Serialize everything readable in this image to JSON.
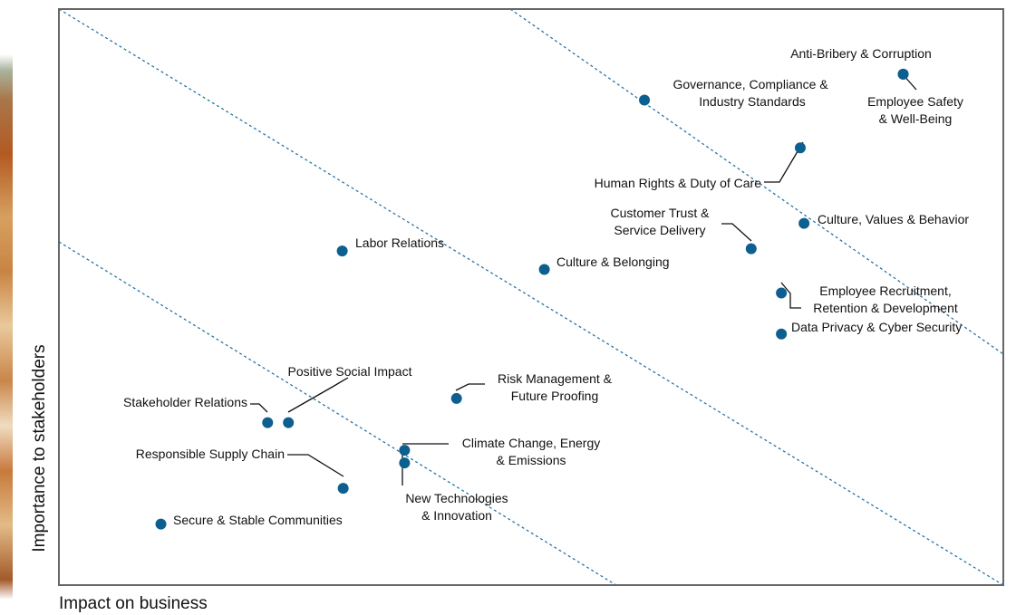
{
  "chart_data": {
    "type": "scatter",
    "xlabel": "Impact on business",
    "ylabel": "Importance to stakeholders",
    "xlim": [
      0,
      100
    ],
    "ylim": [
      0,
      100
    ],
    "grid": false,
    "legend": "none",
    "colors": {
      "marker": "#0d5f8f",
      "band_line": "#2b74a5",
      "frame": "#666666"
    },
    "band_lines": [
      {
        "from": [
          0,
          100
        ],
        "to": [
          100,
          0
        ]
      },
      {
        "from": [
          0,
          59.6
        ],
        "to": [
          59,
          0
        ]
      },
      {
        "from": [
          47.8,
          100
        ],
        "to": [
          100,
          40.1
        ]
      }
    ],
    "points": [
      {
        "label": "Anti-Bribery & Corruption",
        "x": 89.4,
        "y": 88.7
      },
      {
        "label": "Employee Safety & Well-Being",
        "x": 89.4,
        "y": 88.7
      },
      {
        "label": "Governance, Compliance & Industry Standards",
        "x": 62.0,
        "y": 84.2
      },
      {
        "label": "Human Rights & Duty of Care",
        "x": 78.5,
        "y": 75.9
      },
      {
        "label": "Culture, Values & Behavior",
        "x": 78.9,
        "y": 62.8
      },
      {
        "label": "Customer Trust & Service Delivery",
        "x": 73.3,
        "y": 58.4
      },
      {
        "label": "Labor Relations",
        "x": 30.0,
        "y": 58.0
      },
      {
        "label": "Culture & Belonging",
        "x": 51.4,
        "y": 54.8
      },
      {
        "label": "Employee Recruitment, Retention & Development",
        "x": 76.5,
        "y": 50.7
      },
      {
        "label": "Data Privacy & Cyber Security",
        "x": 76.5,
        "y": 43.6
      },
      {
        "label": "Risk Management & Future Proofing",
        "x": 42.1,
        "y": 32.4
      },
      {
        "label": "Stakeholder Relations",
        "x": 22.1,
        "y": 28.2
      },
      {
        "label": "Positive Social Impact",
        "x": 24.3,
        "y": 28.2
      },
      {
        "label": "Climate Change, Energy & Emissions",
        "x": 36.6,
        "y": 23.4
      },
      {
        "label": "New Technologies & Innovation",
        "x": 36.6,
        "y": 21.2
      },
      {
        "label": "Responsible Supply Chain",
        "x": 30.1,
        "y": 16.8
      },
      {
        "label": "Secure & Stable Communities",
        "x": 10.8,
        "y": 10.6
      }
    ]
  },
  "labels": [
    {
      "lines": [
        "Anti-Bribery & Corruption"
      ],
      "anchor": "middle"
    },
    {
      "lines": [
        "Employee Safety",
        "& Well-Being"
      ],
      "anchor": "middle"
    },
    {
      "lines": [
        "Governance, Compliance & ",
        "Industry Standards"
      ],
      "anchor": "middle"
    },
    {
      "lines": [
        "Human Rights & Duty of Care"
      ],
      "anchor": "end"
    },
    {
      "lines": [
        "Culture, Values & Behavior"
      ],
      "anchor": "start"
    },
    {
      "lines": [
        "Customer Trust &",
        "Service Delivery"
      ],
      "anchor": "middle"
    },
    {
      "lines": [
        "Labor Relations"
      ],
      "anchor": "start"
    },
    {
      "lines": [
        "Culture & Belonging"
      ],
      "anchor": "start"
    },
    {
      "lines": [
        "Employee Recruitment,",
        "Retention & Development"
      ],
      "anchor": "middle"
    },
    {
      "lines": [
        "Data Privacy & Cyber Security"
      ],
      "anchor": "start"
    },
    {
      "lines": [
        "Risk Management &",
        "Future Proofing"
      ],
      "anchor": "middle"
    },
    {
      "lines": [
        "Stakeholder Relations"
      ],
      "anchor": "end"
    },
    {
      "lines": [
        "Positive Social Impact"
      ],
      "anchor": "middle"
    },
    {
      "lines": [
        "Climate Change, Energy",
        "& Emissions"
      ],
      "anchor": "middle"
    },
    {
      "lines": [
        "New Technologies",
        "& Innovation"
      ],
      "anchor": "middle"
    },
    {
      "lines": [
        "Responsible Supply Chain"
      ],
      "anchor": "end"
    },
    {
      "lines": [
        "Secure & Stable Communities"
      ],
      "anchor": "start"
    }
  ]
}
